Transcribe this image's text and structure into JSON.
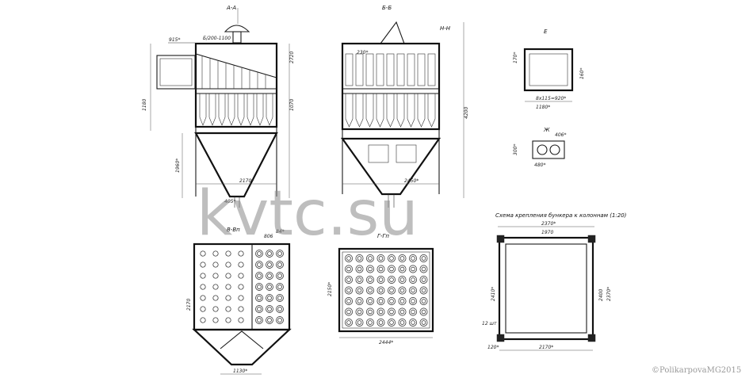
{
  "sections": {
    "aa": "А-А",
    "bb": "Б-Б",
    "vv": "В-Вп",
    "gg": "Г-Гп",
    "e": "Е",
    "zh": "Ж",
    "hh": "Н-Н"
  },
  "scheme_title": "Схема крепления бункера к колоннам (1:20)",
  "watermark": "kvtc.su",
  "copyright": "©PolikarpovaMG2015",
  "dims": {
    "a_top": "Б/200-1100",
    "a_left_h": "1180",
    "a_left_top": "915*",
    "a_hopper": "1960*",
    "a_bottom": "2170*",
    "a_right": "1070",
    "a_sq": "2720",
    "a_small": "405*",
    "b_right": "4200",
    "b_bottom": "2450*",
    "b_top_row": "230*",
    "c_width": "1130*",
    "c_left": "2170",
    "c_top": "806",
    "c_top2": "84*",
    "d_left": "2150*",
    "d_bottom": "2444*",
    "e_bottom": "1180*",
    "e_inner": "8x115=920*",
    "e_right": "160*",
    "e_left": "170*",
    "zh_a": "406*",
    "zh_b": "480*",
    "zh_c": "300*",
    "s_top": "2370*",
    "s_top2": "1970",
    "s_right": "2400",
    "s_right2": "2370*",
    "s_left": "2410*",
    "s_bottom": "2170*",
    "s_corner": "120*",
    "s_bolt": "12 шт"
  }
}
